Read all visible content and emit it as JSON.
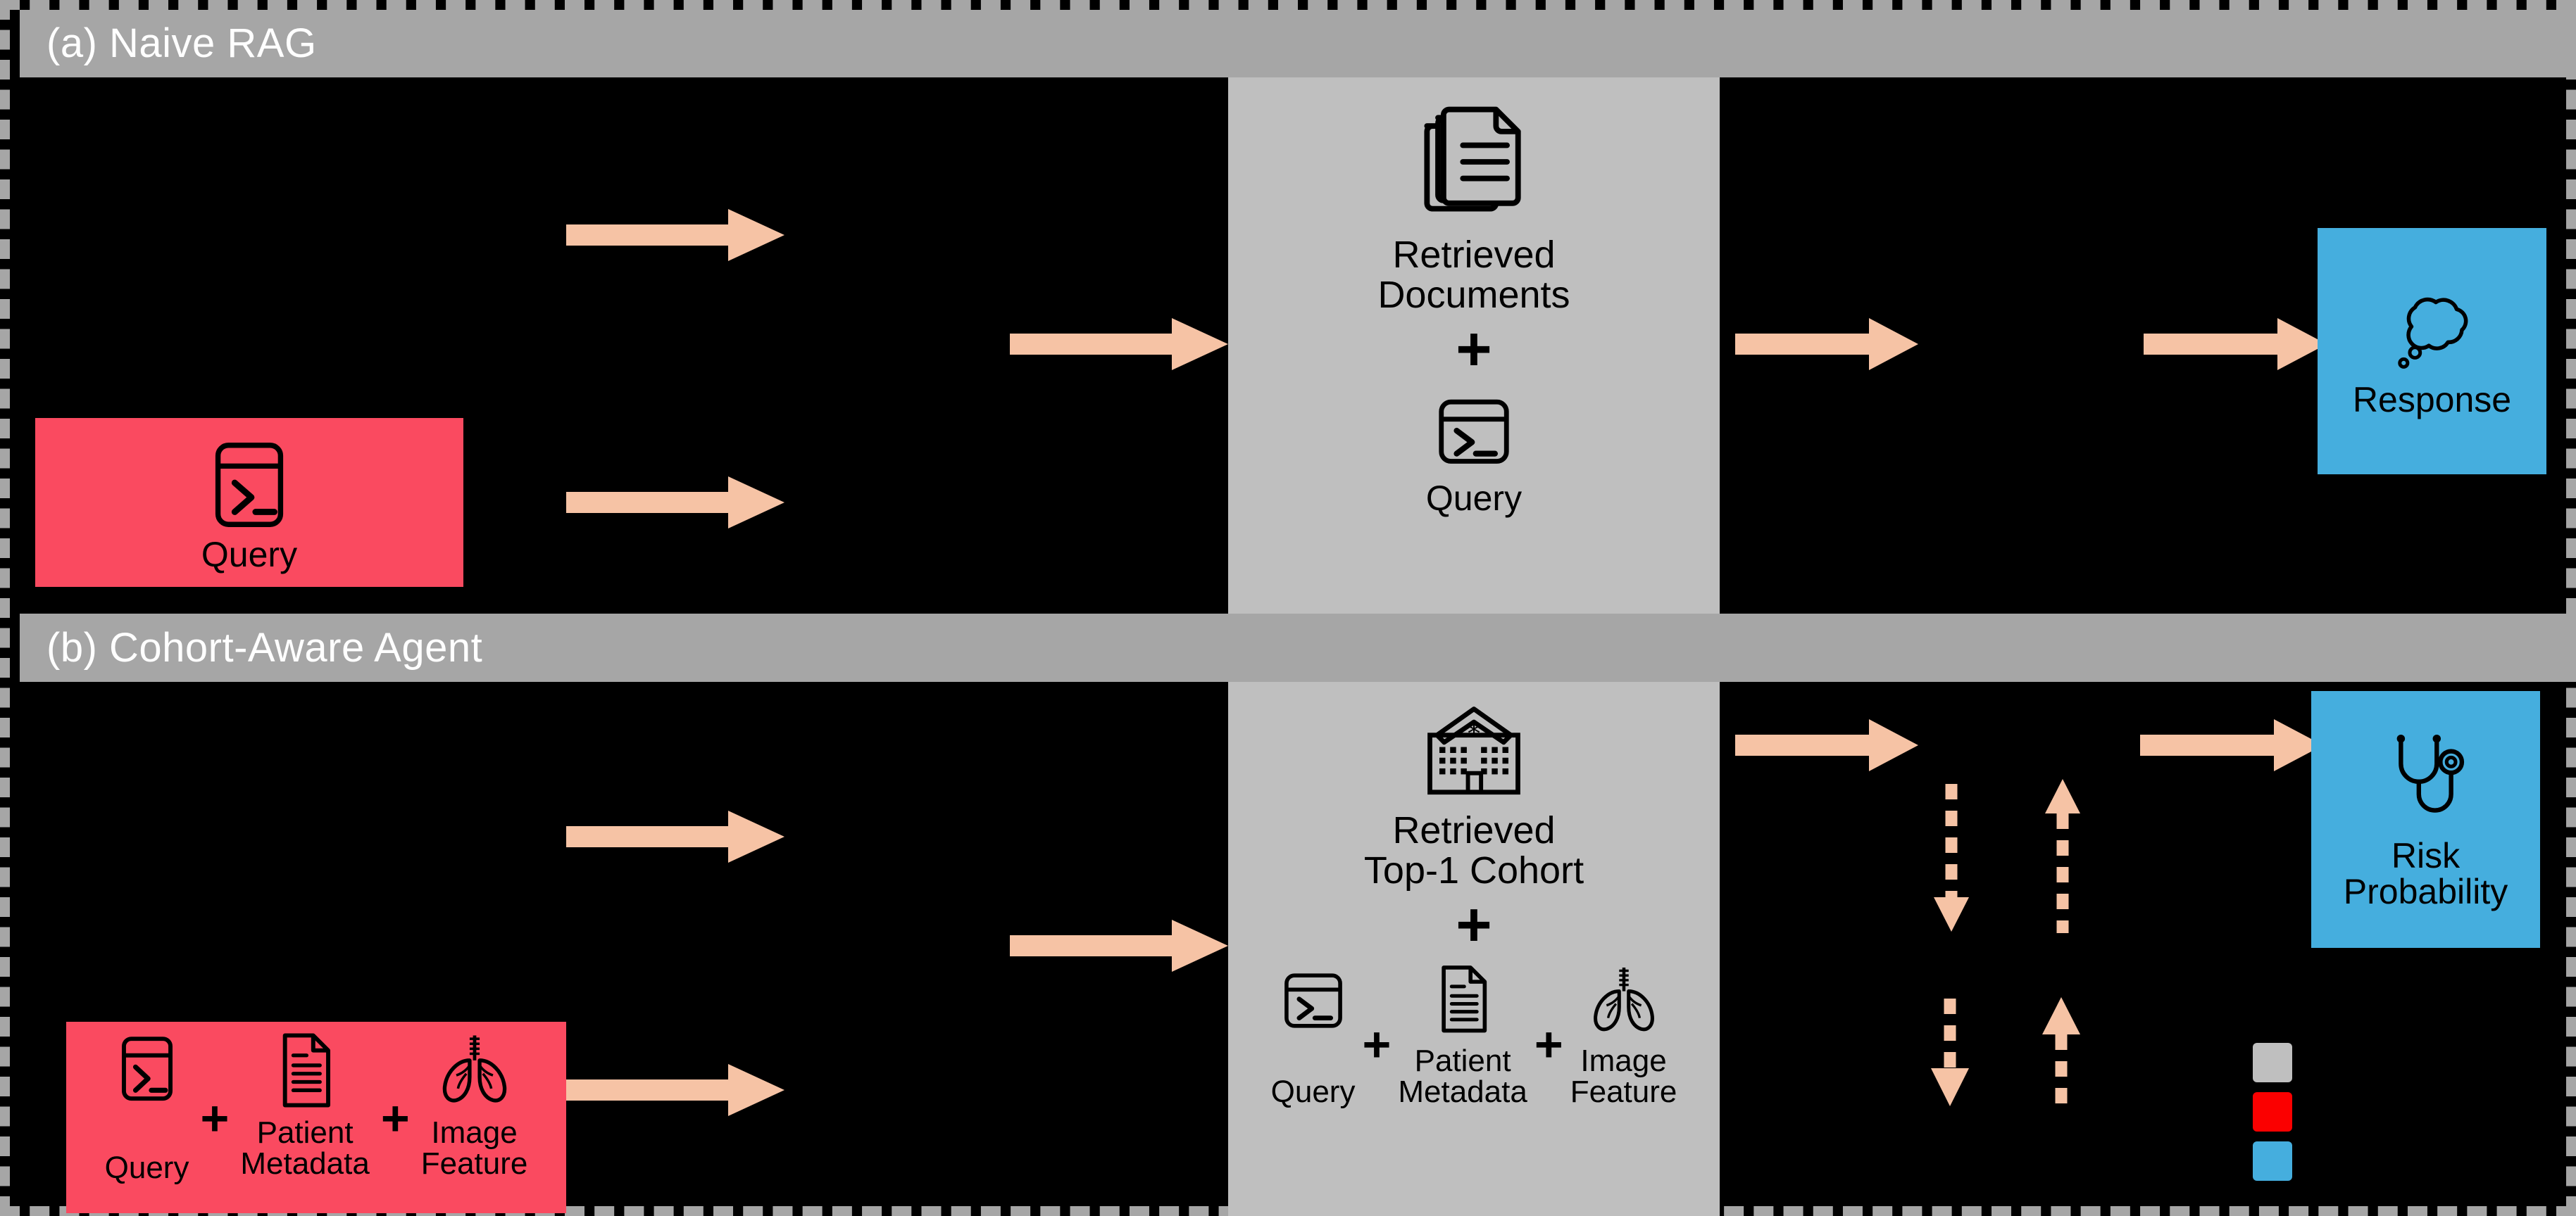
{
  "figure": {
    "border_color": "#a6a6a6",
    "background": "#000000",
    "accent_arrow": "#f6c3a5",
    "pink": "#fa4a60",
    "blue": "#45aede",
    "panel_gray": "#bfbfbf",
    "header_gray": "#a6a6a6"
  },
  "sections": {
    "a": {
      "header": "(a) Naive RAG",
      "input_box": {
        "label": "Query",
        "icon": "terminal-icon",
        "color": "#fa4a60"
      },
      "middle": {
        "icon": "documents-stack-icon",
        "title": "Retrieved\nDocuments",
        "plus": "+",
        "sub_icon": "terminal-icon",
        "sub_label": "Query"
      },
      "output_box": {
        "label": "Response",
        "icon": "thought-cloud-icon",
        "color": "#45aede"
      }
    },
    "b": {
      "header": "(b) Cohort-Aware Agent",
      "input_box": {
        "color": "#fa4a60",
        "items": [
          {
            "icon": "terminal-icon",
            "label": "Query"
          },
          {
            "icon": "document-lines-icon",
            "label": "Patient\nMetadata"
          },
          {
            "icon": "lungs-icon",
            "label": "Image\nFeature"
          }
        ],
        "separators": [
          "+",
          "+"
        ]
      },
      "middle": {
        "icon": "hospital-icon",
        "title": "Retrieved\nTop-1 Cohort",
        "plus": "+",
        "items": [
          {
            "icon": "terminal-icon",
            "label": "Query"
          },
          {
            "icon": "document-lines-icon",
            "label": "Patient\nMetadata"
          },
          {
            "icon": "lungs-icon",
            "label": "Image\nFeature"
          }
        ],
        "separators": [
          "+",
          "+"
        ]
      },
      "output_box": {
        "label": "Risk\nProbability",
        "icon": "stethoscope-icon",
        "color": "#45aede"
      }
    }
  },
  "legend": {
    "swatches": [
      {
        "name": "context-swatch",
        "color": "#bfbfbf"
      },
      {
        "name": "input-swatch",
        "color": "#fb0000"
      },
      {
        "name": "output-swatch",
        "color": "#45aede"
      }
    ]
  },
  "arrows": {
    "solid_color": "#f6c3a5",
    "dashed_color": "#f6c3a5",
    "solid_count": 8,
    "dashed_count": 4
  }
}
